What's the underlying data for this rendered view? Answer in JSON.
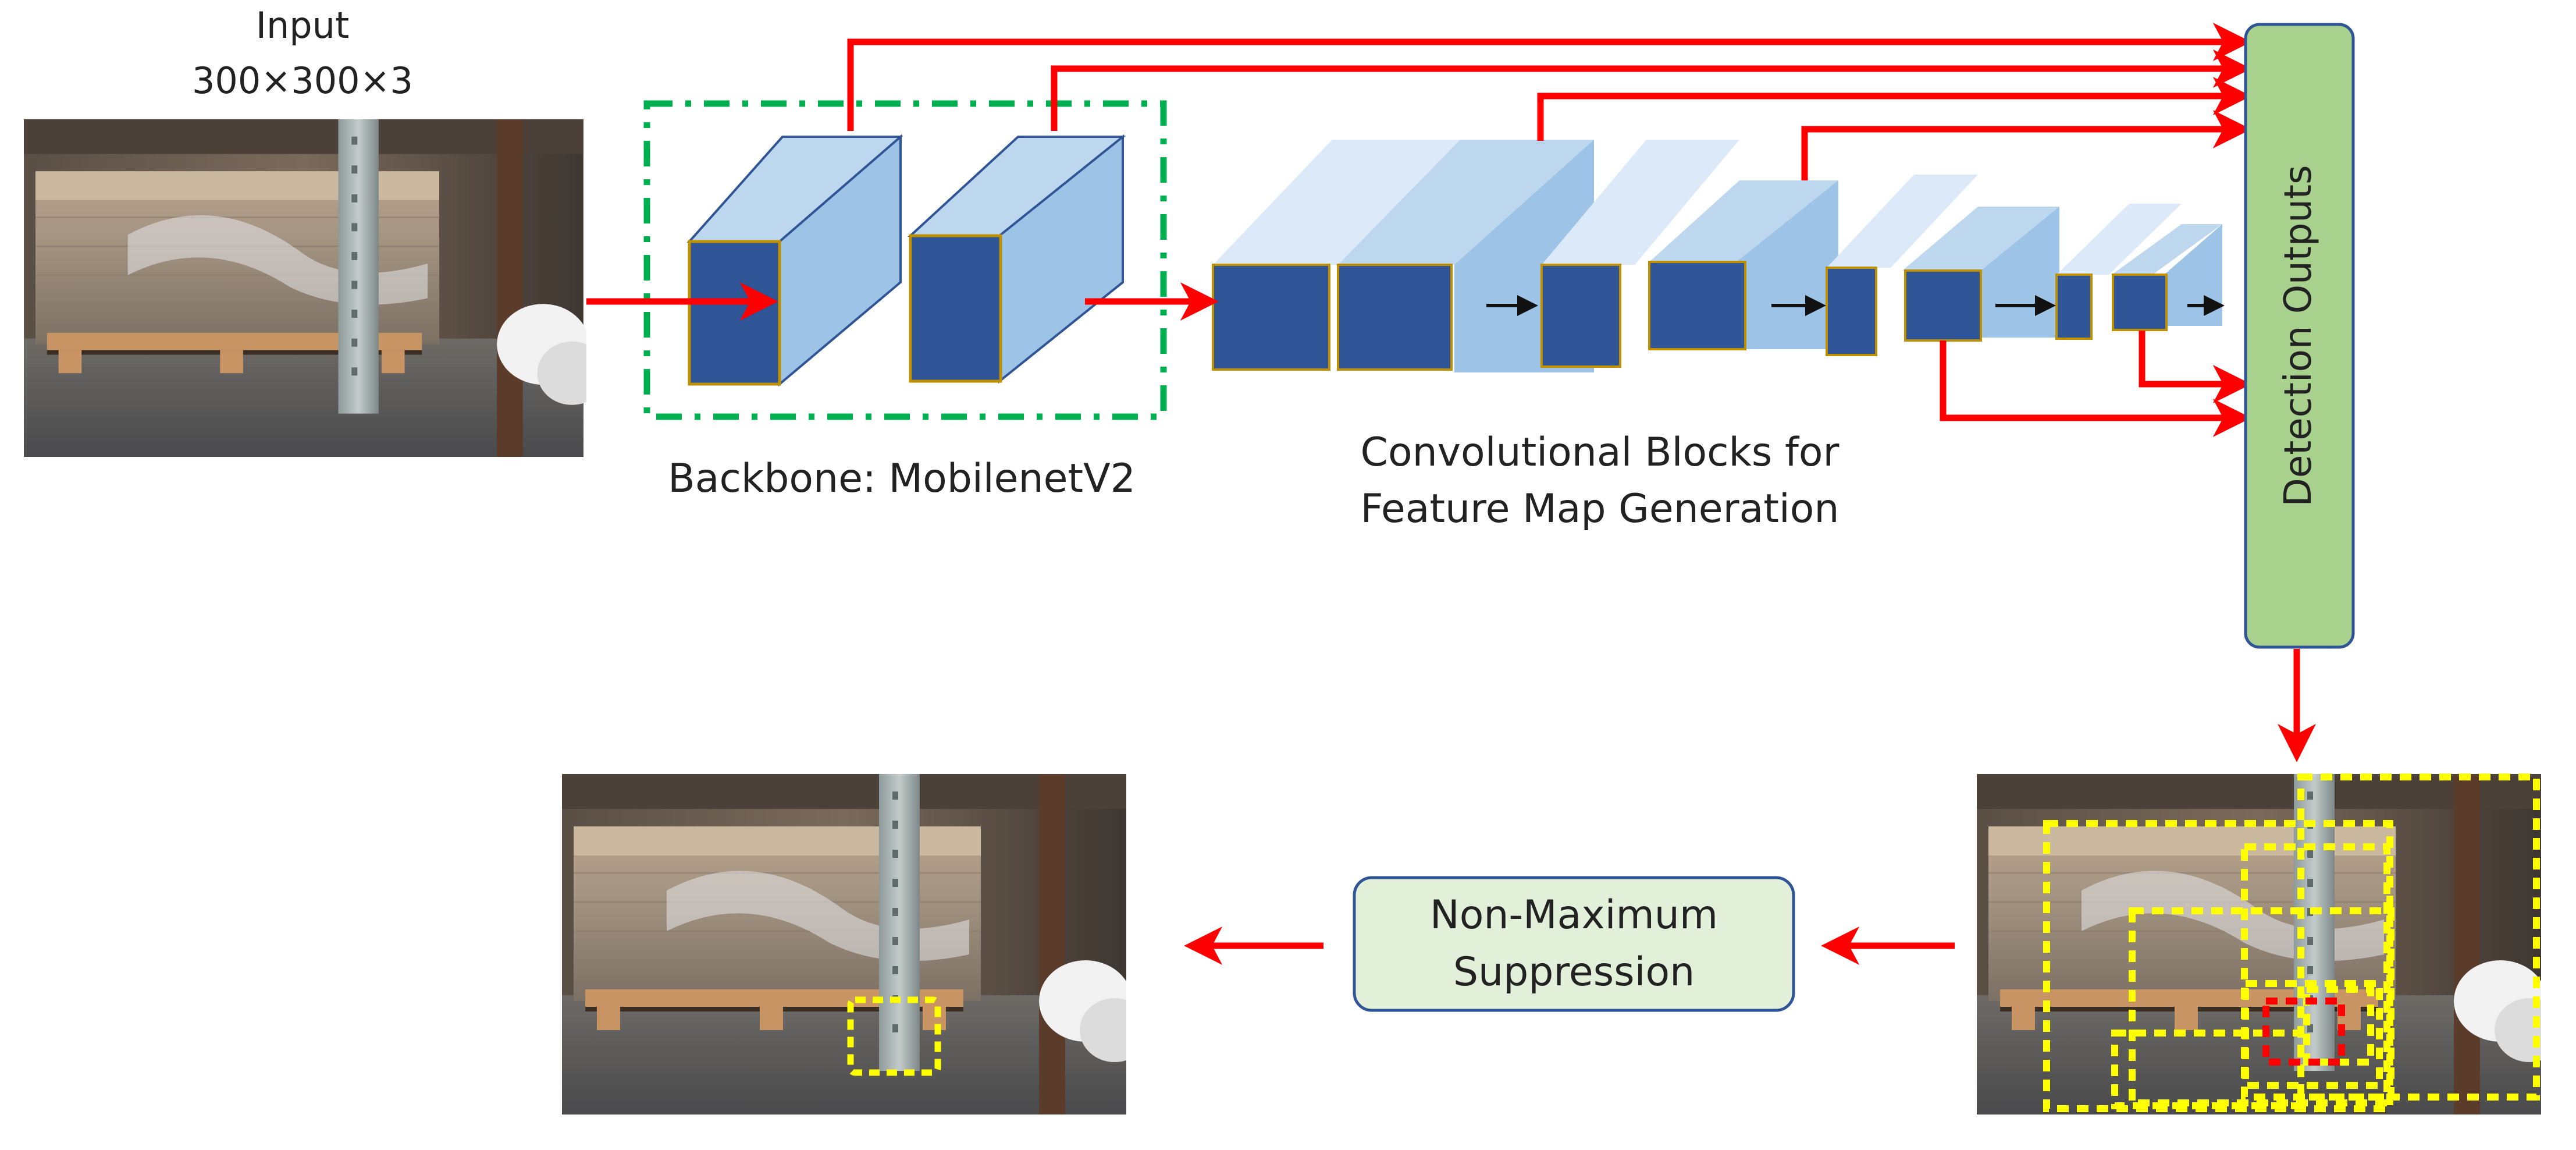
{
  "input": {
    "title": "Input",
    "dims": "300×300×3"
  },
  "backbone": {
    "label": "Backbone: MobilenetV2"
  },
  "conv_blocks": {
    "line1": "Convolutional Blocks for",
    "line2": "Feature Map Generation"
  },
  "detection": {
    "label": "Detection Outputs"
  },
  "nms": {
    "line1": "Non-Maximum",
    "line2": "Suppression"
  },
  "colors": {
    "arrow": "#ff0000",
    "block_front": "#2f5597",
    "block_side": "#9dc3e6",
    "block_light": "#bdd7ee",
    "backbone_border": "#00b050",
    "detection_fill": "#a9d18e",
    "nms_fill": "#e2f0d9",
    "box_outline": "#2f5597",
    "detect_box": "#ffff00",
    "detect_box_final": "#ff0000"
  },
  "icons": [
    "warehouse-photo",
    "warehouse-photo-detections",
    "warehouse-photo-result"
  ]
}
